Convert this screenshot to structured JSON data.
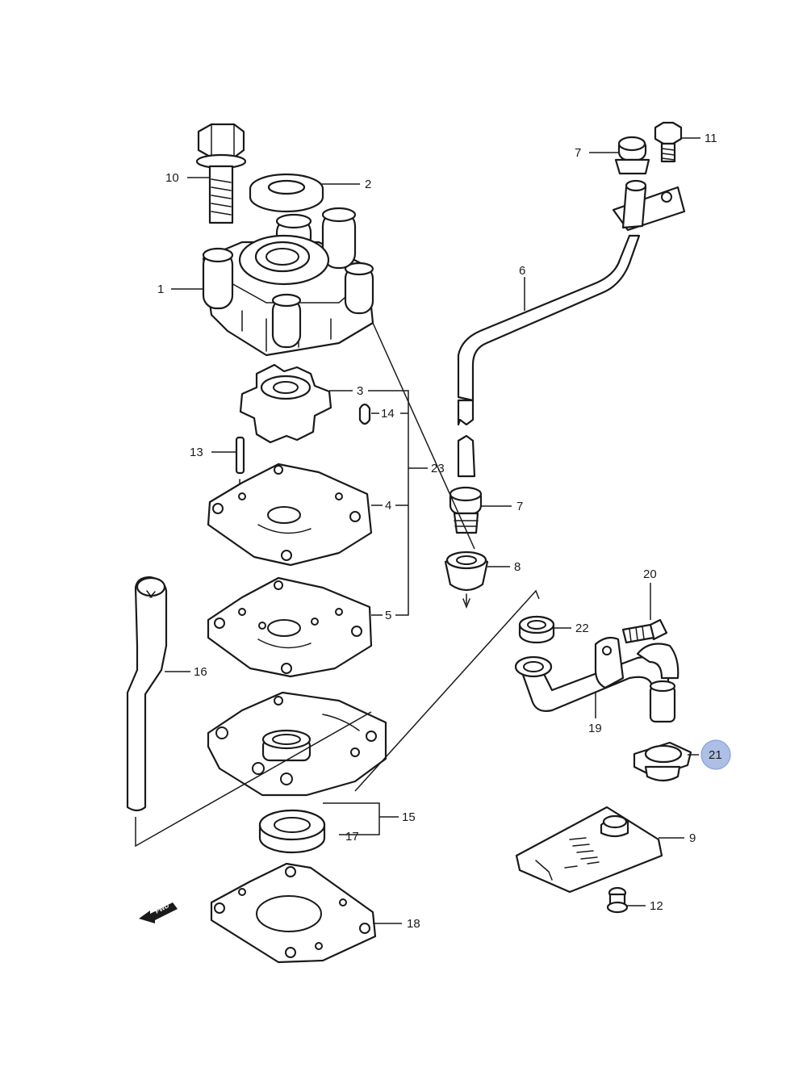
{
  "labels": {
    "p1": "1",
    "p2": "2",
    "p3": "3",
    "p4": "4",
    "p5": "5",
    "p6": "6",
    "p7a": "7",
    "p7b": "7",
    "p8": "8",
    "p9": "9",
    "p10": "10",
    "p11": "11",
    "p12": "12",
    "p13": "13",
    "p14": "14",
    "p15": "15",
    "p16": "16",
    "p17": "17",
    "p18": "18",
    "p19": "19",
    "p20": "20",
    "p21": "21",
    "p22": "22",
    "p23": "23"
  },
  "fwd_badge": "FWD",
  "highlight": {
    "part": "21",
    "color": "#aebfe6"
  }
}
